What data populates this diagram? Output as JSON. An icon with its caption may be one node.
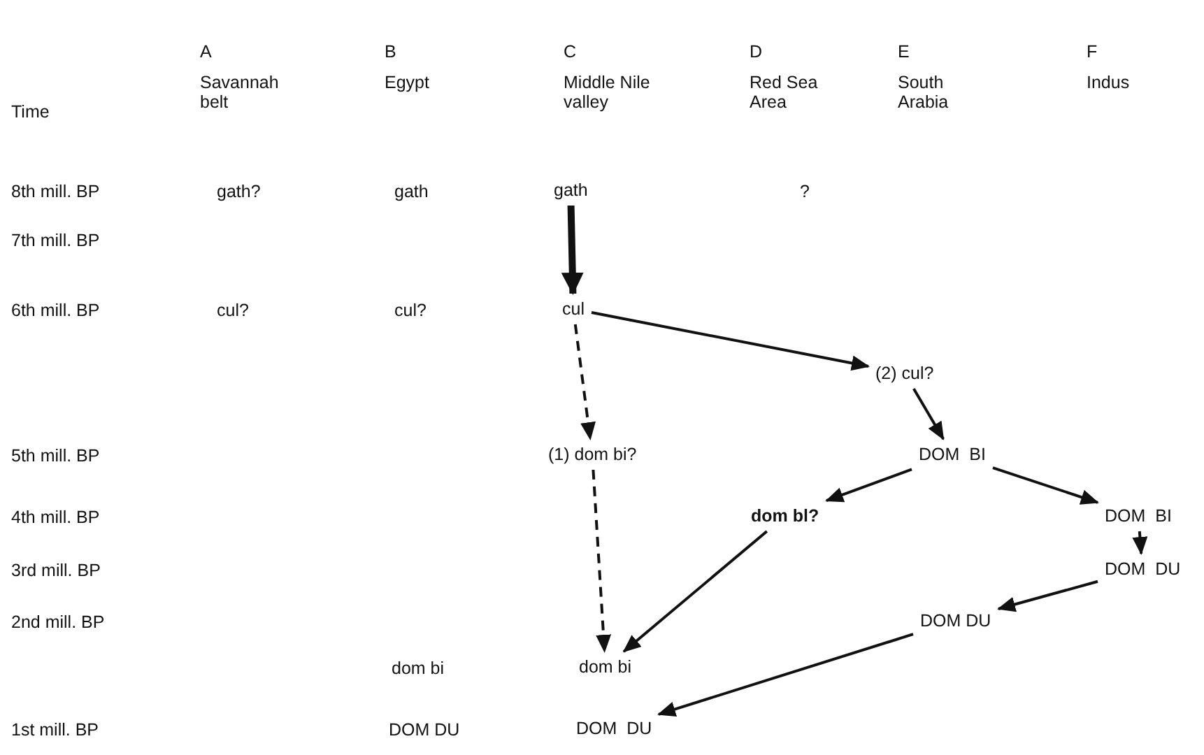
{
  "diagram": {
    "nodes": [
      {
        "text": [
          "gath"
        ]
      },
      {
        "text": [
          "cul"
        ]
      },
      {
        "text": [
          "(2) cul?"
        ]
      },
      {
        "text": [
          "(1) dom bi?"
        ]
      },
      {
        "text": [
          "DOM  BI"
        ]
      },
      {
        "text": [
          "dom bl?"
        ]
      },
      {
        "text": [
          "DOM  BI"
        ]
      },
      {
        "text": [
          "DOM  DU"
        ]
      },
      {
        "text": [
          "DOM DU"
        ]
      },
      {
        "text": [
          "dom bi"
        ]
      },
      {
        "text": [
          "DOM  DU"
        ]
      }
    ],
    "edges": [
      {
        "from": 0,
        "to": 1,
        "arrow": "to",
        "style": "thick"
      },
      {
        "from": 1,
        "to": 2,
        "arrow": "to"
      },
      {
        "from": 1,
        "to": 3,
        "arrow": "to",
        "style": "dashed"
      },
      {
        "from": 3,
        "to": 9,
        "arrow": "to",
        "style": "dashed"
      },
      {
        "from": 2,
        "to": 4,
        "arrow": "to"
      },
      {
        "from": 4,
        "to": 5,
        "arrow": "to"
      },
      {
        "from": 4,
        "to": 6,
        "arrow": "to"
      },
      {
        "from": 5,
        "to": 9,
        "arrow": "to"
      },
      {
        "from": 6,
        "to": 7,
        "arrow": "to"
      },
      {
        "from": 7,
        "to": 8,
        "arrow": "to"
      },
      {
        "from": 8,
        "to": 10,
        "arrow": "to"
      }
    ],
    "labels": [
      "A",
      "B",
      "C",
      "D",
      "E",
      "F",
      "Savannah belt",
      "Egypt",
      "Middle Nile valley",
      "Red Sea Area",
      "South Arabia",
      "Indus",
      "Time",
      "8th mill. BP",
      "gath?",
      "gath",
      "?",
      "7th mill. BP",
      "6th mill. BP",
      "cul?",
      "cul?",
      "5th mill. BP",
      "4th mill. BP",
      "3rd mill. BP",
      "2nd mill. BP",
      "dom bi",
      "1st mill. BP",
      "DOM DU"
    ]
  }
}
